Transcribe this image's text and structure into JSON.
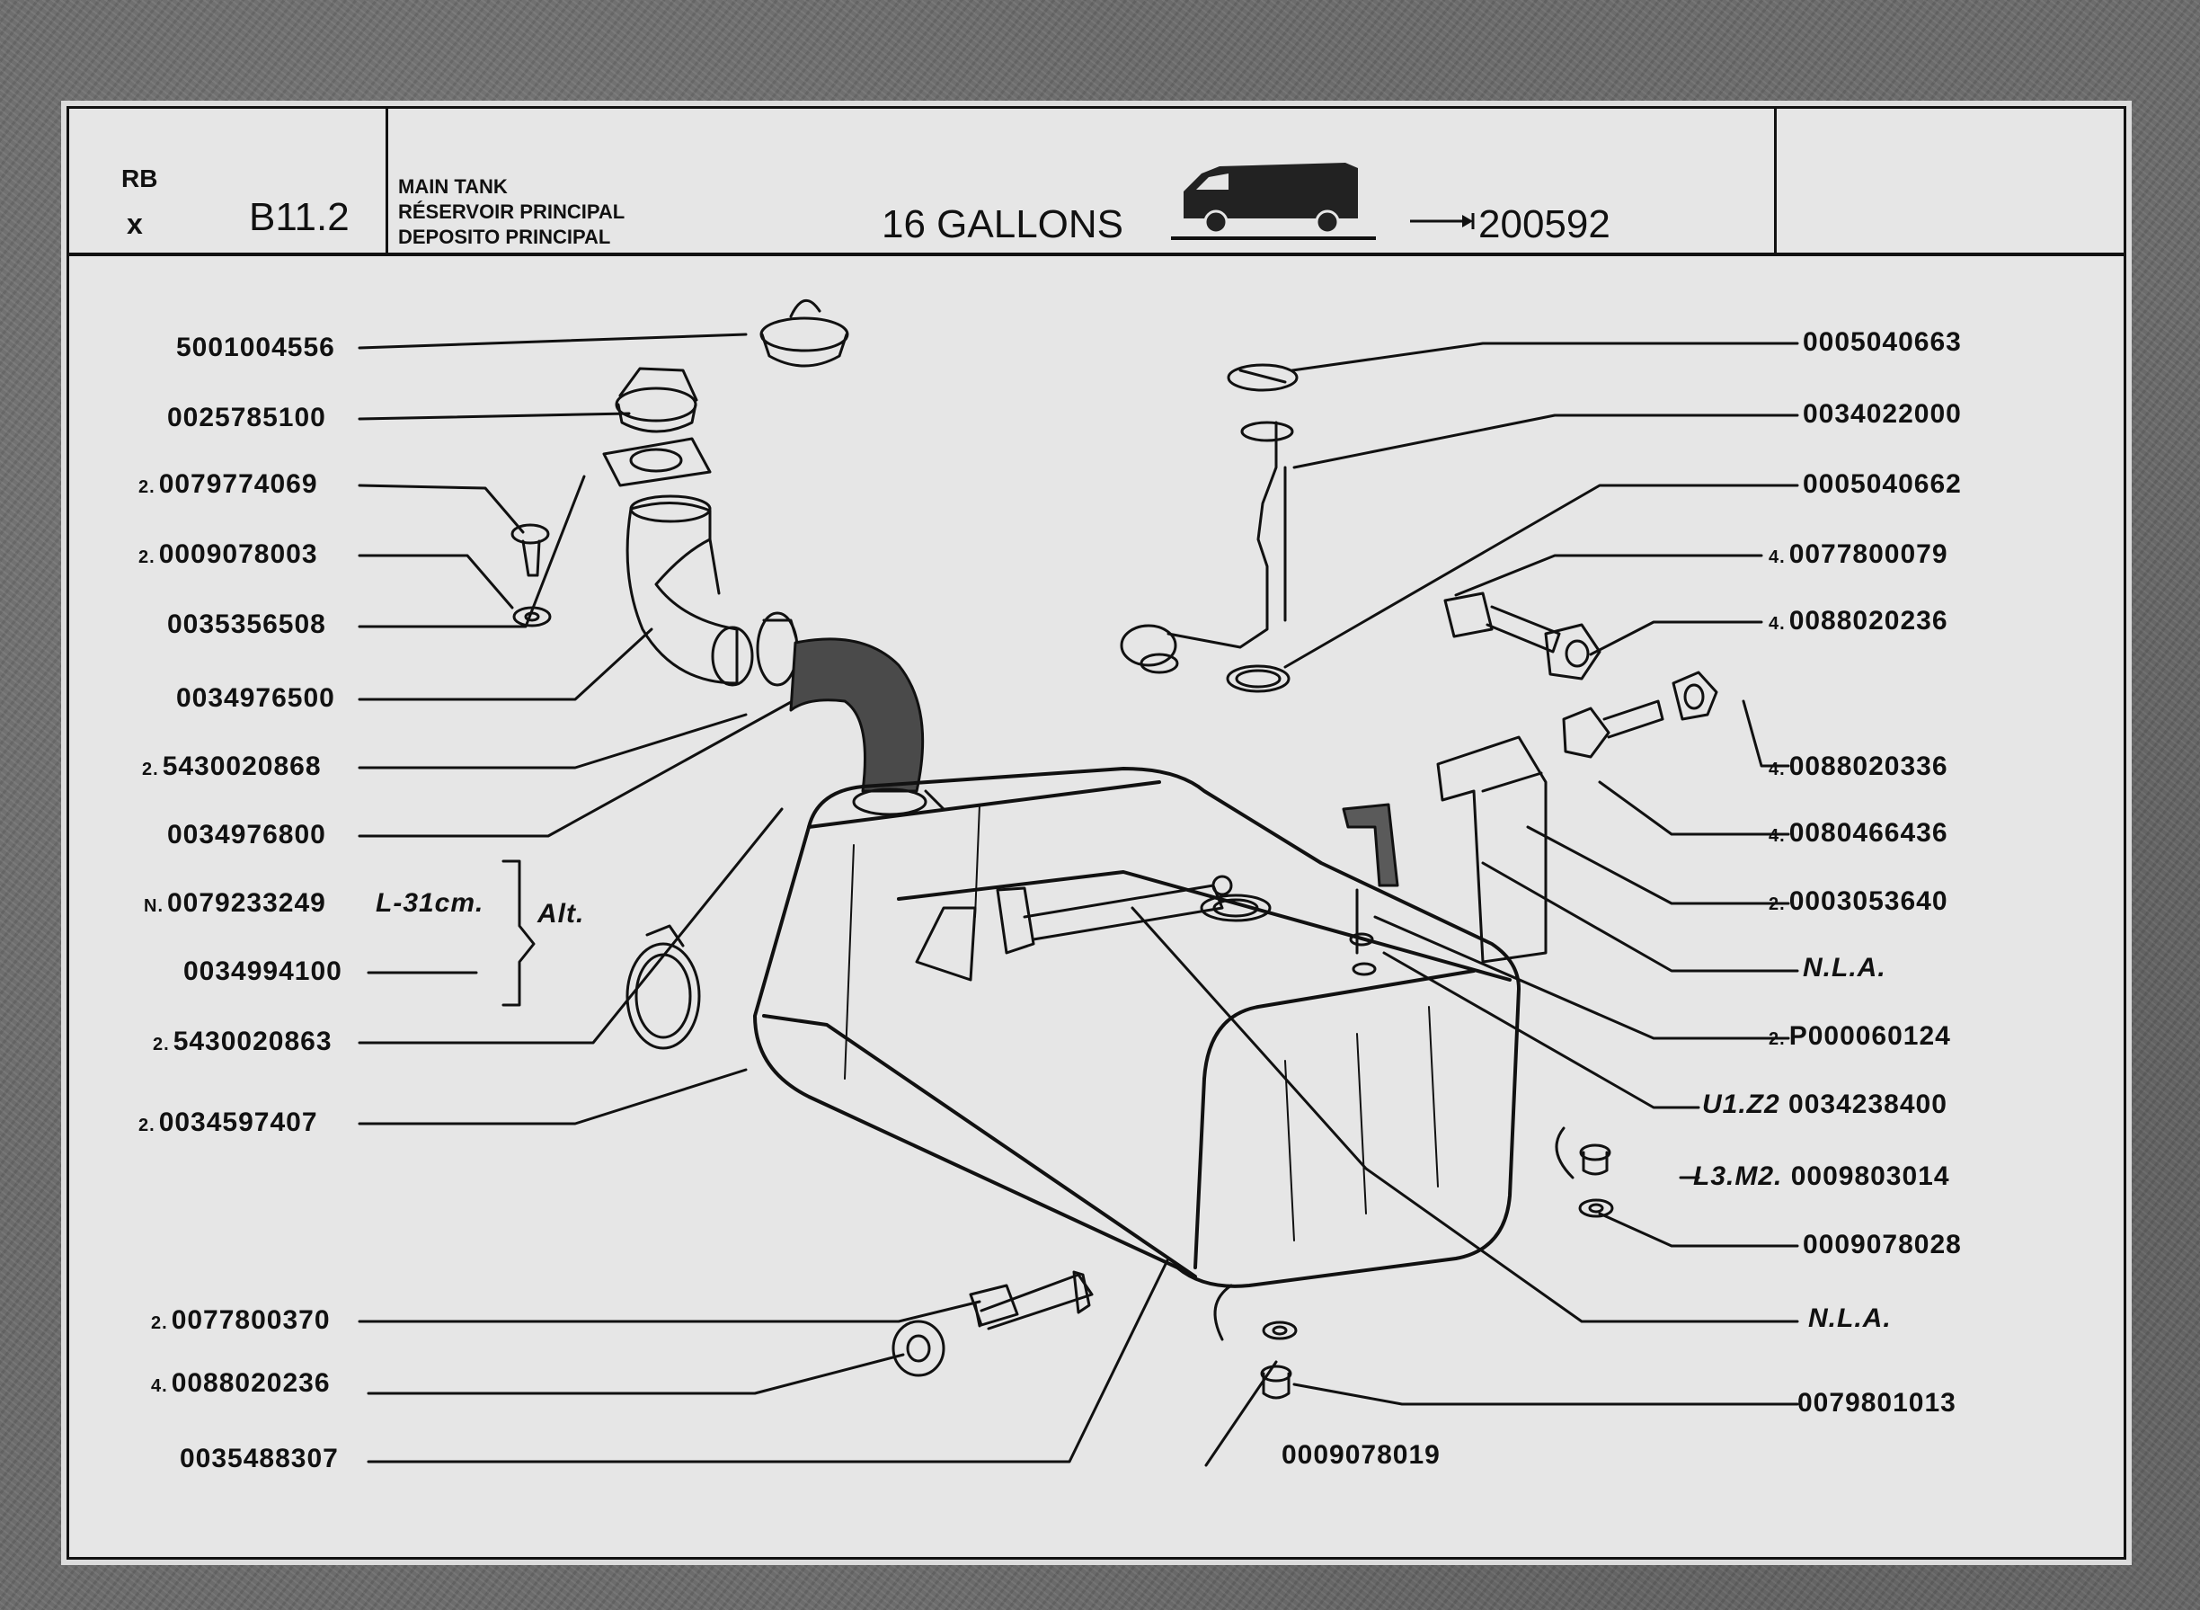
{
  "header": {
    "code_rb": "RB",
    "code_x": "x",
    "section": "B11.2",
    "title_en": "MAIN TANK",
    "title_fr": "RÉSERVOIR PRINCIPAL",
    "title_es": "DEPOSITO PRINCIPAL",
    "capacity": "16 GALLONS",
    "serial": "200592"
  },
  "parts_left": [
    {
      "qty": "",
      "part": "5001004556"
    },
    {
      "qty": "",
      "part": "0025785100"
    },
    {
      "qty": "2.",
      "part": "0079774069"
    },
    {
      "qty": "2.",
      "part": "0009078003"
    },
    {
      "qty": "",
      "part": "0035356508"
    },
    {
      "qty": "",
      "part": "0034976500"
    },
    {
      "qty": "2.",
      "part": "5430020868"
    },
    {
      "qty": "",
      "part": "0034976800"
    },
    {
      "qty": "N.",
      "part": "0079233249"
    },
    {
      "qty": "",
      "part": "0034994100"
    },
    {
      "qty": "2.",
      "part": "5430020863"
    },
    {
      "qty": "2.",
      "part": "0034597407"
    },
    {
      "qty": "2.",
      "part": "0077800370"
    },
    {
      "qty": "4.",
      "part": "0088020236"
    },
    {
      "qty": "",
      "part": "0035488307"
    }
  ],
  "length_note": "L-31cm.",
  "alt_note": "Alt.",
  "parts_right": [
    {
      "qty": "",
      "note": "",
      "part": "0005040663"
    },
    {
      "qty": "",
      "note": "",
      "part": "0034022000"
    },
    {
      "qty": "",
      "note": "",
      "part": "0005040662"
    },
    {
      "qty": "4.",
      "note": "",
      "part": "0077800079"
    },
    {
      "qty": "4.",
      "note": "",
      "part": "0088020236"
    },
    {
      "qty": "4.",
      "note": "",
      "part": "0088020336"
    },
    {
      "qty": "4.",
      "note": "",
      "part": "0080466436"
    },
    {
      "qty": "2.",
      "note": "",
      "part": "0003053640"
    },
    {
      "qty": "",
      "note": "",
      "part": "N.L.A."
    },
    {
      "qty": "2.",
      "note": "",
      "part": "P000060124"
    },
    {
      "qty": "",
      "note": "U1.Z2",
      "part": "0034238400"
    },
    {
      "qty": "",
      "note": "L3.M2.",
      "part": "0009803014"
    },
    {
      "qty": "",
      "note": "",
      "part": "0009078028"
    },
    {
      "qty": "",
      "note": "",
      "part": "N.L.A."
    },
    {
      "qty": "",
      "note": "",
      "part": "0079801013"
    }
  ],
  "bottom_part": "0009078019"
}
